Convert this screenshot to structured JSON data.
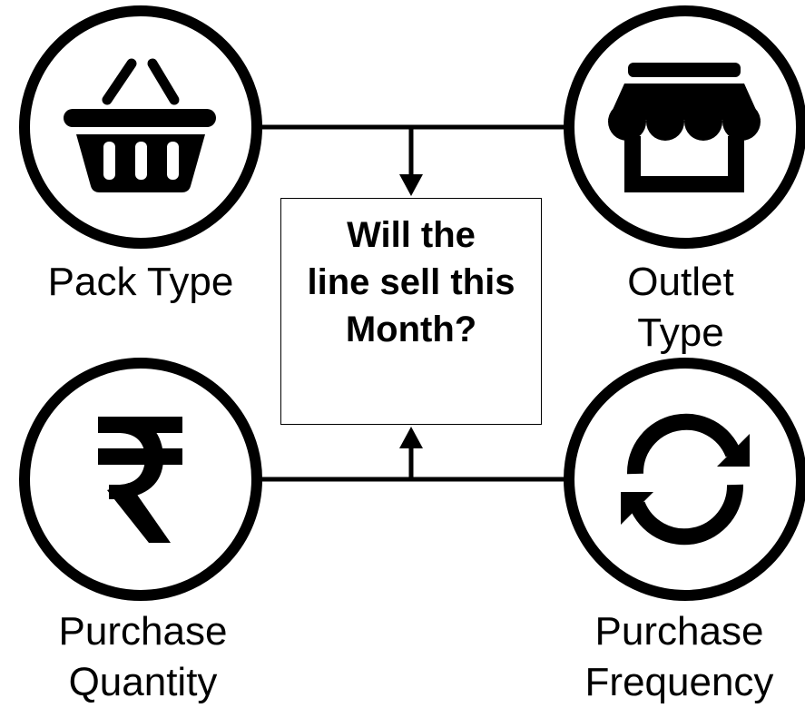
{
  "center": {
    "question_lines": [
      "Will the",
      "line sell this",
      "Month?"
    ]
  },
  "nodes": {
    "pack_type": {
      "label_lines": [
        "Pack Type"
      ],
      "icon": "shopping-basket-icon"
    },
    "outlet_type": {
      "label_lines": [
        "Outlet",
        "Type"
      ],
      "icon": "storefront-icon"
    },
    "purchase_quantity": {
      "label_lines": [
        "Purchase",
        "Quantity"
      ],
      "icon": "rupee-icon"
    },
    "purchase_frequency": {
      "label_lines": [
        "Purchase",
        "Frequency"
      ],
      "icon": "refresh-cycle-icon"
    }
  },
  "colors": {
    "stroke": "#000000",
    "background": "#ffffff"
  }
}
